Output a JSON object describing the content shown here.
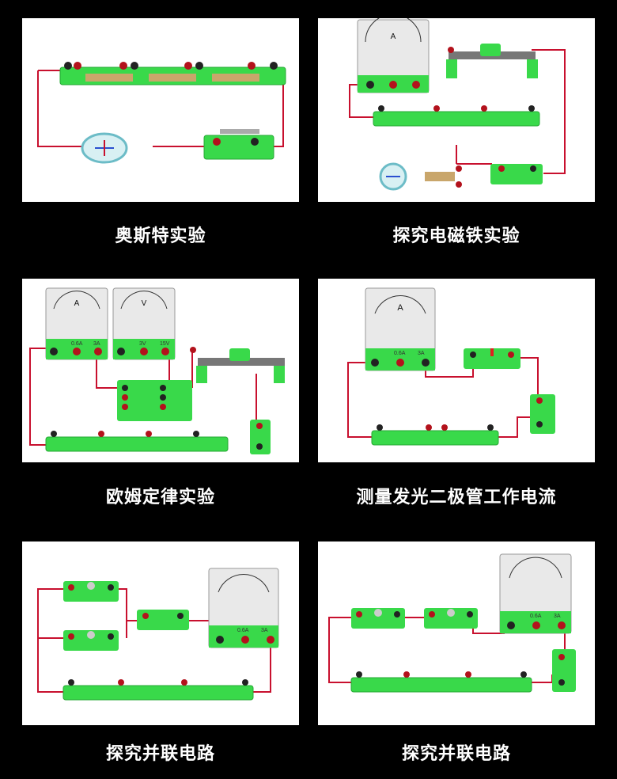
{
  "panels": [
    {
      "caption": "奥斯特实验"
    },
    {
      "caption": "探究电磁铁实验"
    },
    {
      "caption": "欧姆定律实验"
    },
    {
      "caption": "测量发光二极管工作电流"
    },
    {
      "caption": "探究并联电路"
    },
    {
      "caption": "探究并联电路"
    }
  ],
  "meter": {
    "ammeter_symbol": "A",
    "voltmeter_symbol": "V",
    "range_low_a": "0.6A",
    "range_high_a": "3A",
    "range_low_v": "3V",
    "range_high_v": "15V"
  },
  "colors": {
    "board_green": "#39d94a",
    "wire_red": "#c8102e",
    "background": "#000000"
  }
}
